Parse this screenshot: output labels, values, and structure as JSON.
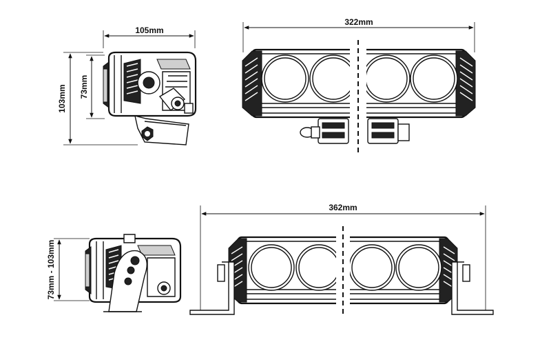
{
  "dimensions": {
    "top_side_width": "105mm",
    "top_side_height_inner": "73mm",
    "top_side_height_outer": "103mm",
    "top_front_width": "322mm",
    "bottom_front_width": "362mm",
    "bottom_side_height": "73mm - 103mm"
  },
  "colors": {
    "line": "#111111",
    "background": "#ffffff"
  }
}
